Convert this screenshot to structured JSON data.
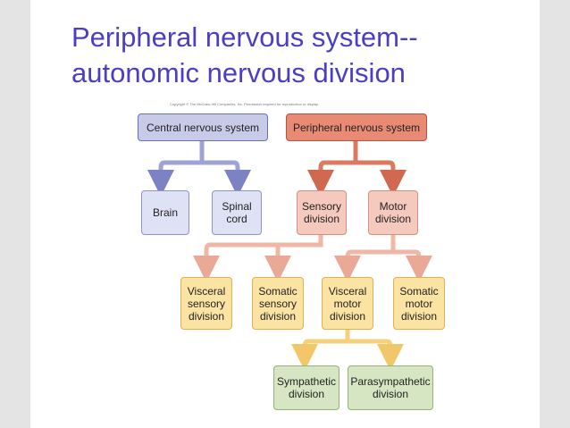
{
  "title": {
    "line1": "Peripheral nervous system--",
    "line2": "autonomic nervous division"
  },
  "copyright": "Copyright © The McGraw-Hill Companies, Inc. Permission required for reproduction or display.",
  "nodes": {
    "cns": "Central nervous system",
    "pns": "Peripheral nervous system",
    "brain": "Brain",
    "spinal_cord": [
      "Spinal",
      "cord"
    ],
    "sensory_division": [
      "Sensory",
      "division"
    ],
    "motor_division": [
      "Motor",
      "division"
    ],
    "visceral_sensory": [
      "Visceral",
      "sensory",
      "division"
    ],
    "somatic_sensory": [
      "Somatic",
      "sensory",
      "division"
    ],
    "visceral_motor": [
      "Visceral",
      "motor",
      "division"
    ],
    "somatic_motor": [
      "Somatic",
      "motor",
      "division"
    ],
    "sympathetic": [
      "Sympathetic",
      "division"
    ],
    "parasympathetic": [
      "Parasympathetic",
      "division"
    ]
  },
  "colors": {
    "cns_blue": "#c8cbe8",
    "pns_red": "#e98a74",
    "pns_light": "#f5c9bd",
    "yellow": "#fbe3a3",
    "green": "#d6e6c2",
    "title": "#4a3fc4"
  }
}
